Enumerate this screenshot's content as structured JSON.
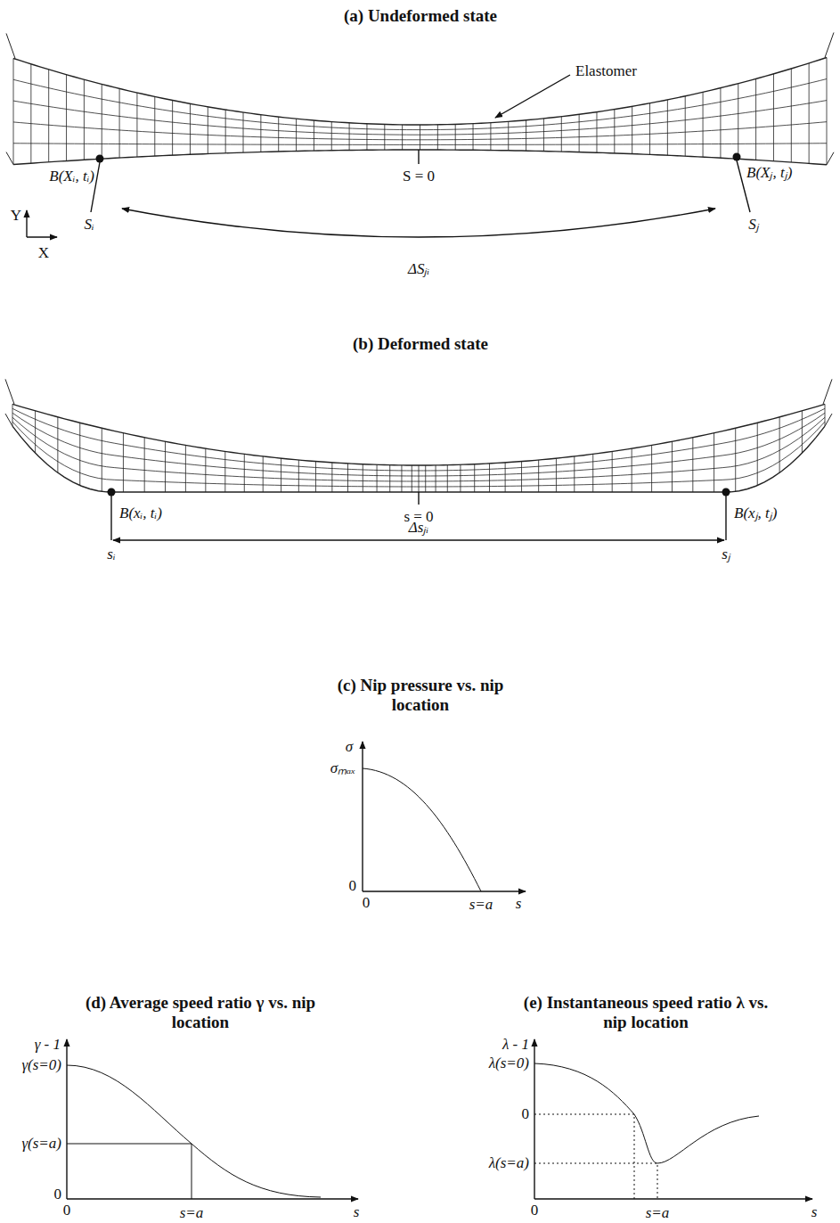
{
  "diagram": {
    "labels": [
      "(a) Undeformed state",
      "Elastomer",
      "B(Xᵢ, tᵢ)",
      "B(Xⱼ, tⱼ)",
      "Y",
      "X",
      "Sᵢ",
      "S = 0",
      "Sⱼ",
      "ΔSⱼᵢ",
      "(b) Deformed state",
      "B(xᵢ, tᵢ)",
      "s = 0",
      "B(xⱼ, tⱼ)",
      "sᵢ",
      "Δsⱼᵢ",
      "sⱼ",
      "(c) Nip pressure vs. nip location",
      "σ",
      "σₘₐₓ",
      "0",
      "0",
      "s=a",
      "s",
      "(d) Average speed ratio γ vs. nip location",
      "γ - 1",
      "γ(s=0)",
      "γ(s=a)",
      "0",
      "0",
      "s=a",
      "s",
      "(e) Instantaneous speed ratio λ vs. nip location",
      "λ - 1",
      "λ(s=0)",
      "0",
      "λ(s=a)",
      "0",
      "s=a",
      "s"
    ]
  }
}
